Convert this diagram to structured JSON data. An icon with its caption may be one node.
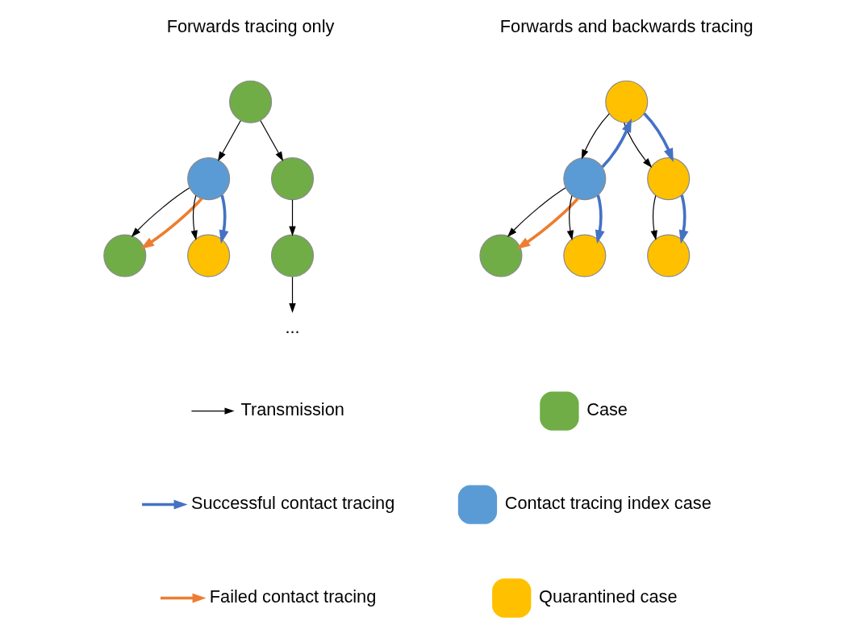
{
  "diagram": {
    "nodes": [
      {
        "text": [],
        "shape": "circle"
      },
      {
        "text": [],
        "shape": "circle"
      },
      {
        "text": [],
        "shape": "circle"
      },
      {
        "text": [],
        "shape": "circle"
      },
      {
        "text": [],
        "shape": "circle"
      },
      {
        "text": [],
        "shape": "circle"
      },
      {
        "text": [
          "..."
        ]
      },
      {
        "text": [],
        "shape": "circle"
      },
      {
        "text": [],
        "shape": "circle"
      },
      {
        "text": [],
        "shape": "circle"
      },
      {
        "text": [],
        "shape": "circle"
      },
      {
        "text": [],
        "shape": "circle"
      },
      {
        "text": [],
        "shape": "circle"
      }
    ],
    "edges": [
      {
        "from": 0,
        "to": 1,
        "arrow": "to"
      },
      {
        "from": 0,
        "to": 2,
        "arrow": "to"
      },
      {
        "from": 1,
        "to": 3,
        "arrow": "to"
      },
      {
        "from": 1,
        "to": 4,
        "arrow": "to"
      },
      {
        "from": 1,
        "to": 3,
        "arrow": "to",
        "style": "thick",
        "color": "#ed7d31"
      },
      {
        "from": 1,
        "to": 4,
        "arrow": "to",
        "style": "thick",
        "color": "#4472c4"
      },
      {
        "from": 2,
        "to": 5,
        "arrow": "to"
      },
      {
        "from": 5,
        "to": 6,
        "arrow": "to"
      },
      {
        "from": 7,
        "to": 8,
        "arrow": "to"
      },
      {
        "from": 7,
        "to": 9,
        "arrow": "to"
      },
      {
        "from": 8,
        "to": 7,
        "arrow": "to",
        "style": "thick",
        "color": "#4472c4"
      },
      {
        "from": 7,
        "to": 9,
        "arrow": "to",
        "style": "thick",
        "color": "#4472c4"
      },
      {
        "from": 8,
        "to": 10,
        "arrow": "to"
      },
      {
        "from": 8,
        "to": 11,
        "arrow": "to"
      },
      {
        "from": 8,
        "to": 10,
        "arrow": "to",
        "style": "thick",
        "color": "#ed7d31"
      },
      {
        "from": 8,
        "to": 11,
        "arrow": "to",
        "style": "thick",
        "color": "#4472c4"
      },
      {
        "from": 9,
        "to": 12,
        "arrow": "to"
      },
      {
        "from": 9,
        "to": 12,
        "arrow": "to",
        "style": "thick",
        "color": "#4472c4"
      }
    ],
    "labels": [
      "Forwards tracing only",
      "Forwards and backwards tracing"
    ],
    "legend": [
      {
        "text": "Transmission"
      },
      {
        "text": "Successful contact tracing"
      },
      {
        "text": "Failed contact tracing"
      },
      {
        "text": "Case",
        "color": "#70ad47"
      },
      {
        "text": "Contact tracing index case",
        "color": "#5b9bd5"
      },
      {
        "text": "Quarantined case",
        "color": "#ffc000"
      }
    ]
  }
}
